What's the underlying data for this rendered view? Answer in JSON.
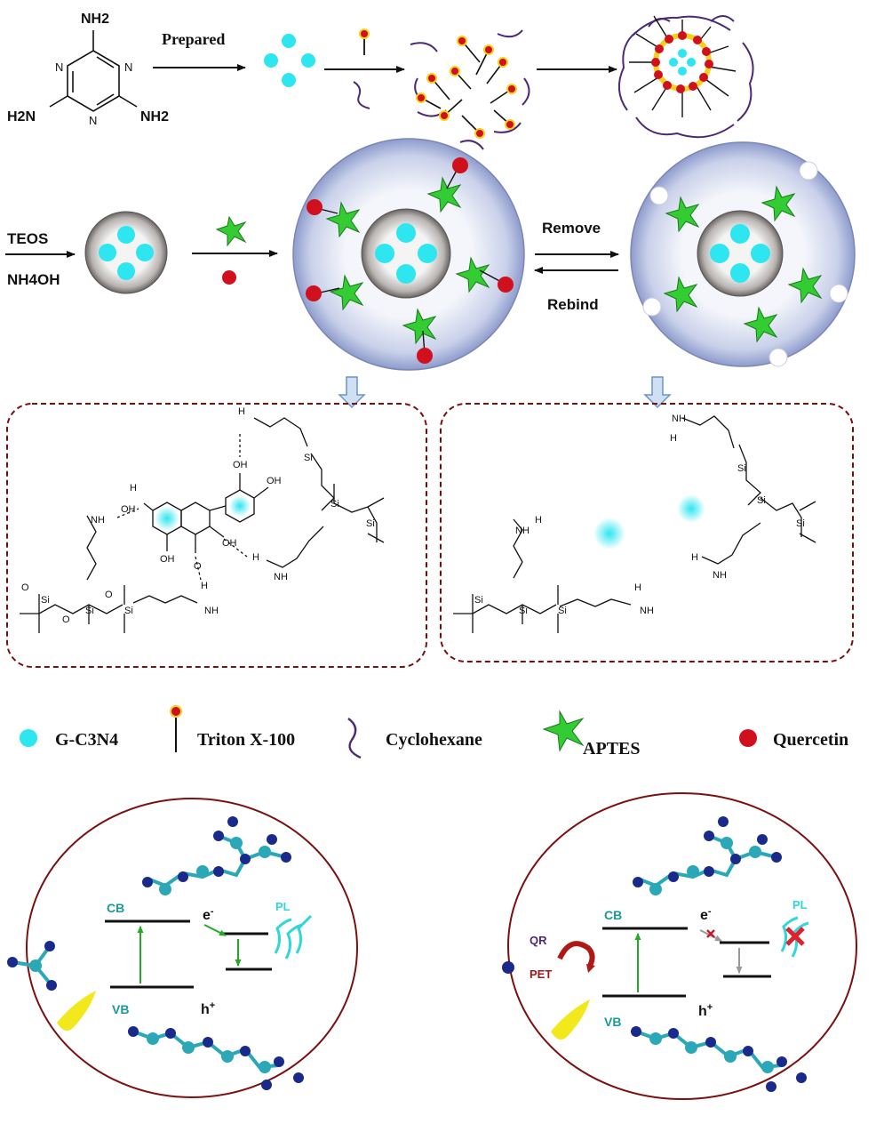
{
  "top": {
    "nh2_top": "NH2",
    "nh2_left": "H2N",
    "nh2_right": "NH2",
    "ring_n": "N",
    "step_prepared": "Prepared"
  },
  "middle": {
    "teos": "TEOS",
    "nh4oh": "NH4OH",
    "remove": "Remove",
    "rebind": "Rebind"
  },
  "chem_labels": {
    "si": "Si",
    "nh": "NH",
    "h": "H",
    "oh": "OH",
    "o": "O"
  },
  "legend": {
    "g_c3n4": "G-C3N4",
    "triton": "Triton X-100",
    "cyclohexane": "Cyclohexane",
    "aptes": "APTES",
    "quercetin": "Quercetin"
  },
  "bottom_left": {
    "cb": "CB",
    "vb": "VB",
    "e": "e",
    "h": "h",
    "pl": "PL"
  },
  "bottom_right": {
    "cb": "CB",
    "vb": "VB",
    "e": "e",
    "h": "h",
    "pl": "PL",
    "qr": "QR",
    "pet": "PET"
  },
  "colors": {
    "cyan": "#2ee6f0",
    "red": "#d0101c",
    "green": "#33cc33",
    "purple": "#4b2a73",
    "dark_red_frame": "#7a1010",
    "navy_atom": "#1a2a8a",
    "teal_text": "#1a9a9a",
    "yellow_light": "#f2e81c"
  }
}
